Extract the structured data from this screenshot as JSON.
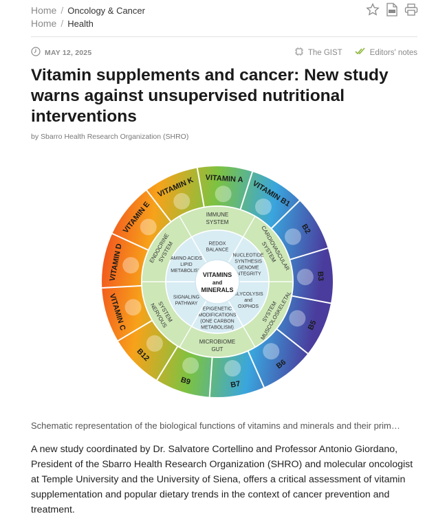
{
  "breadcrumbs": [
    {
      "home": "Home",
      "current": "Oncology & Cancer"
    },
    {
      "home": "Home",
      "current": "Health"
    }
  ],
  "toolbar": {
    "bookmark_icon": "star-icon",
    "pdf_icon": "pdf-icon",
    "print_icon": "print-icon"
  },
  "meta": {
    "date": "MAY 12, 2025",
    "gist": "The GIST",
    "editors_notes": "Editors' notes"
  },
  "article": {
    "title": "Vitamin supplements and cancer: New study warns against unsupervised nutritional interventions",
    "byline": "by Sbarro Health Research Organization (SHRO)",
    "caption": "Schematic representation of the biological functions of vitamins and minerals and their prim…",
    "body": "A new study coordinated by Dr. Salvatore Cortellino and Professor Antonio Giordano, President of the Sbarro Health Research Organization (SHRO) and molecular oncologist at Temple University and the University of Siena, offers a critical assessment of vitamin supplementation and popular dietary trends in the context of cancer prevention and treatment."
  },
  "figure": {
    "center": [
      "VITAMINS",
      "and",
      "MINERALS"
    ],
    "inner": [
      {
        "lines": [
          "REDOX",
          "BALANCE"
        ]
      },
      {
        "lines": [
          "NUCLEOTIDE",
          "SYNTHESIS",
          "GENOME",
          "INTEGRITY"
        ]
      },
      {
        "lines": [
          "GLYCOLYSIS",
          "and",
          "OXPHOS"
        ]
      },
      {
        "lines": [
          "EPIGENETIC",
          "MODIFICATIONS",
          "(ONE CARBON",
          "METABOLISM)"
        ]
      },
      {
        "lines": [
          "SIGNALING",
          "PATHWAY"
        ]
      },
      {
        "lines": [
          "AMINO ACIDS",
          "LIPID",
          "METABOLISM"
        ]
      }
    ],
    "systems": [
      {
        "lines": [
          "IMMUNE",
          "SYSTEM"
        ]
      },
      {
        "lines": [
          "CARDIOVASCULAR",
          "SYSTEM"
        ]
      },
      {
        "lines": [
          "MUSCOLOSKELETAL",
          "SYSTEM"
        ]
      },
      {
        "lines": [
          "GUT",
          "MICROBIOME"
        ]
      },
      {
        "lines": [
          "NERVOUS",
          "SYSTEM"
        ]
      },
      {
        "lines": [
          "ENDOCRINE",
          "SYSTEM"
        ]
      }
    ],
    "vitamins": [
      "VITAMIN A",
      "VITAMIN B1",
      "B2",
      "B3",
      "B5",
      "B6",
      "B7",
      "B9",
      "B12",
      "VITAMIN C",
      "VITAMIN D",
      "VITAMIN E",
      "VITAMIN K"
    ]
  }
}
